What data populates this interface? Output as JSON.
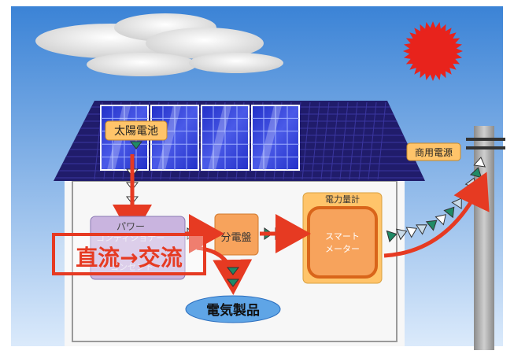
{
  "labels": {
    "solar_cell": "太陽電池",
    "commercial_power": "商用電源",
    "power_meter": "電力量計",
    "smart_meter_line1": "スマート",
    "smart_meter_line2": "メーター",
    "distribution_board": "分電盤",
    "power_conditioner_top": "パワー",
    "power_conditioner_mid": "コンディショナー",
    "power_conditioner_bottom": "コンセント",
    "dc_to_ac": "直流→交流",
    "appliances": "電気製品"
  },
  "colors": {
    "sky_top": "#3b83d6",
    "sky_bottom": "#dbeafb",
    "roof": "#201c6b",
    "panel": "#2f3fd6",
    "house_wall": "#f7f7f7",
    "label_orange": "#ffc46a",
    "smart_meter": "#f7a35c",
    "accent_red": "#e63a22",
    "arrow_green": "#1f8a66",
    "sun": "#e8231c",
    "appliance_blue": "#5fa5e6"
  }
}
